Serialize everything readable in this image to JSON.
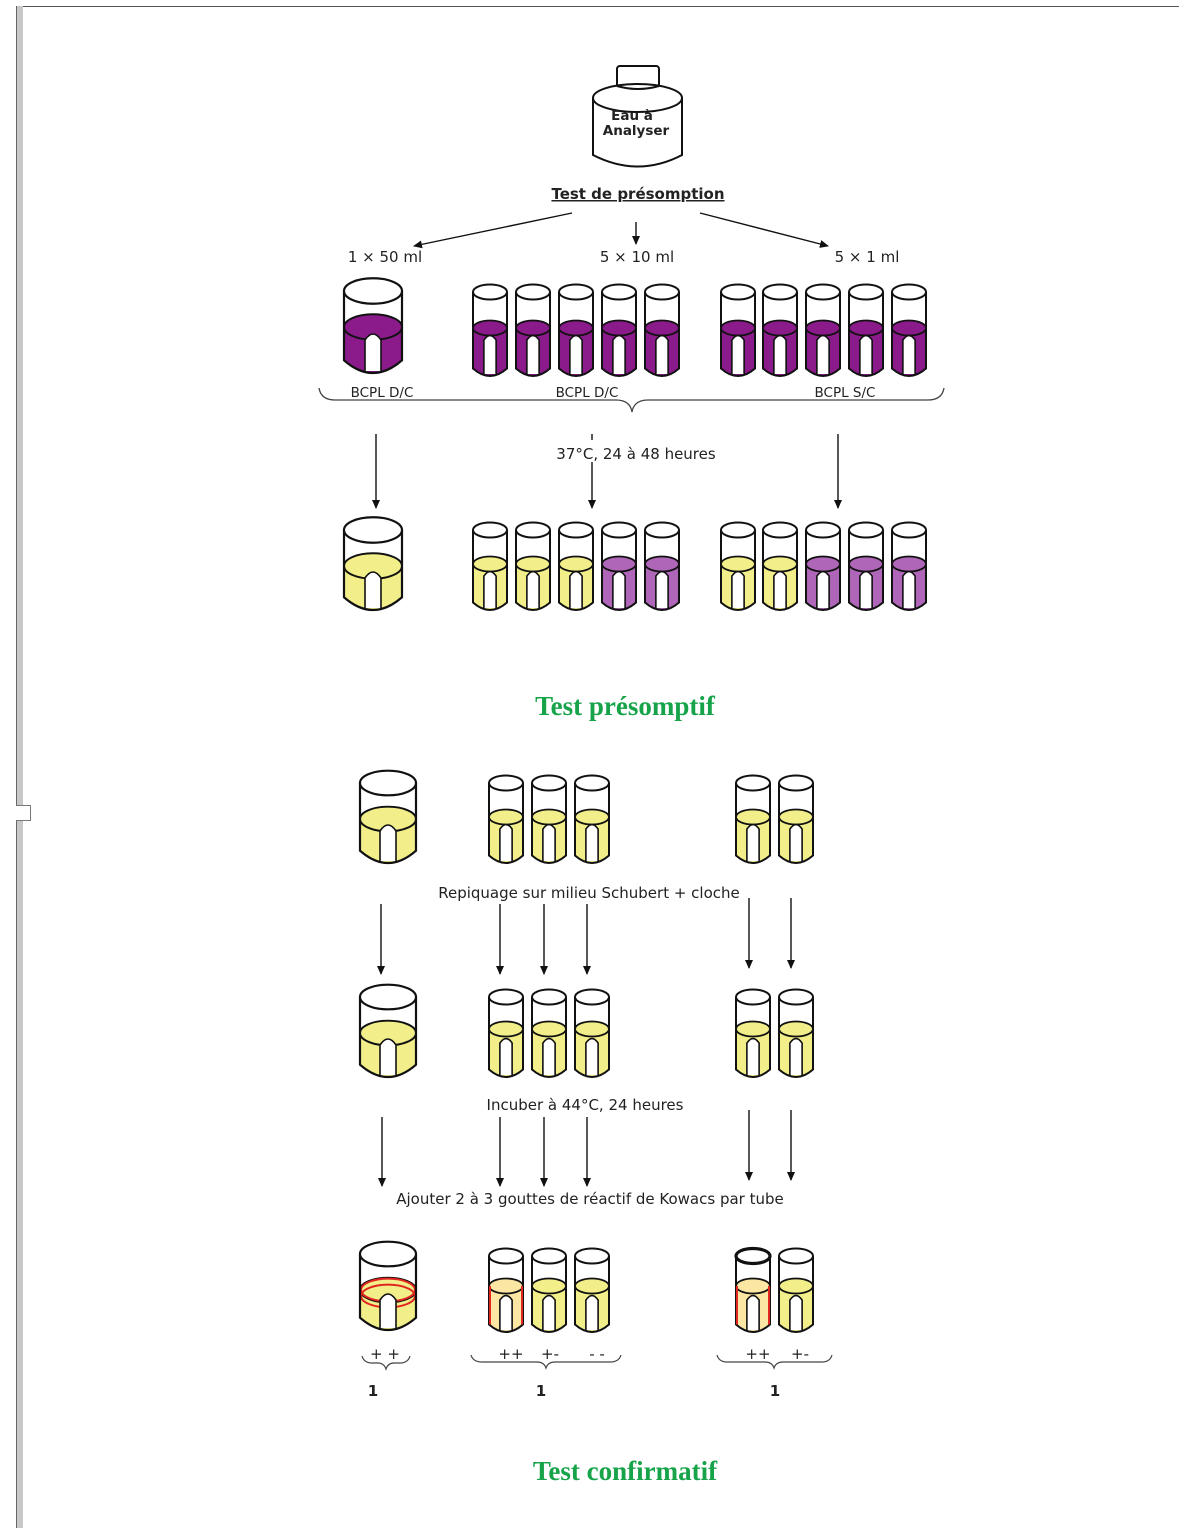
{
  "bottle": {
    "label_line1": "Eau à",
    "label_line2": "Analyser"
  },
  "presumption_heading": "Test de présomption",
  "volumes": [
    "1 × 50 ml",
    "5 × 10 ml",
    "5 × 1 ml"
  ],
  "media": [
    "BCPL D/C",
    "BCPL D/C",
    "BCPL S/C"
  ],
  "incubation_presumptive": "37°C,  24 à 48 heures",
  "section_titles": {
    "presumptive": "Test présomptif",
    "confirmative": "Test confirmatif"
  },
  "steps": {
    "subculture": "Repiquage sur milieu Schubert + cloche",
    "incubate": "Incuber à 44°C, 24 heures",
    "kovacs": "Ajouter 2 à 3 gouttes de réactif de Kowacs par tube"
  },
  "results": {
    "group1": [
      "+ +"
    ],
    "group2": [
      "++",
      "+-",
      "- -"
    ],
    "group3": [
      "++",
      "+-"
    ]
  },
  "counts": [
    "1",
    "1",
    "1"
  ],
  "colors": {
    "purple": "#8b1a8b",
    "light_purple": "#b066b8",
    "yellow": "#f2ef8a",
    "title_green": "#16a34a",
    "kovacs_red": "#e0261f"
  }
}
